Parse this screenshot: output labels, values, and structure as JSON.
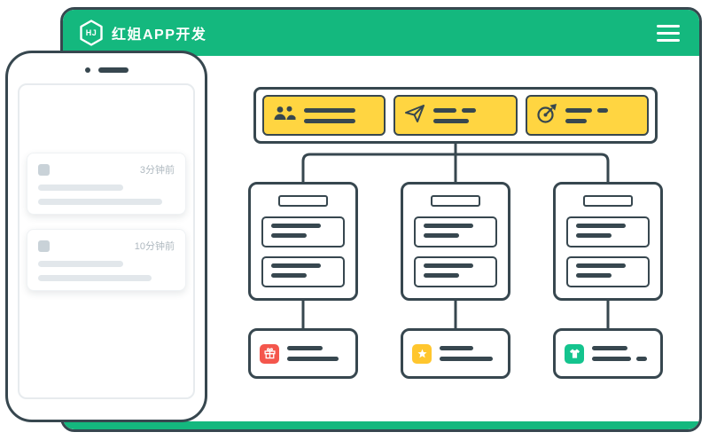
{
  "window": {
    "header": {
      "logo_text": "HJ",
      "title": "红姐APP开发",
      "menu_icon": "hamburger-icon"
    },
    "colors": {
      "outline": "#37474F",
      "brand_green": "#14B87E",
      "accent_yellow": "#FFD541"
    }
  },
  "flow": {
    "top_features": [
      {
        "icon": "team-icon"
      },
      {
        "icon": "paper-plane-icon"
      },
      {
        "icon": "goal-icon"
      }
    ],
    "results": [
      {
        "icon": "gift-icon",
        "color": "#F4564C"
      },
      {
        "icon": "star-icon",
        "color": "#FFC62E"
      },
      {
        "icon": "tshirt-icon",
        "color": "#14C48E"
      }
    ]
  },
  "phone": {
    "notifications": [
      {
        "time": "3分钟前"
      },
      {
        "time": "10分钟前"
      }
    ]
  }
}
